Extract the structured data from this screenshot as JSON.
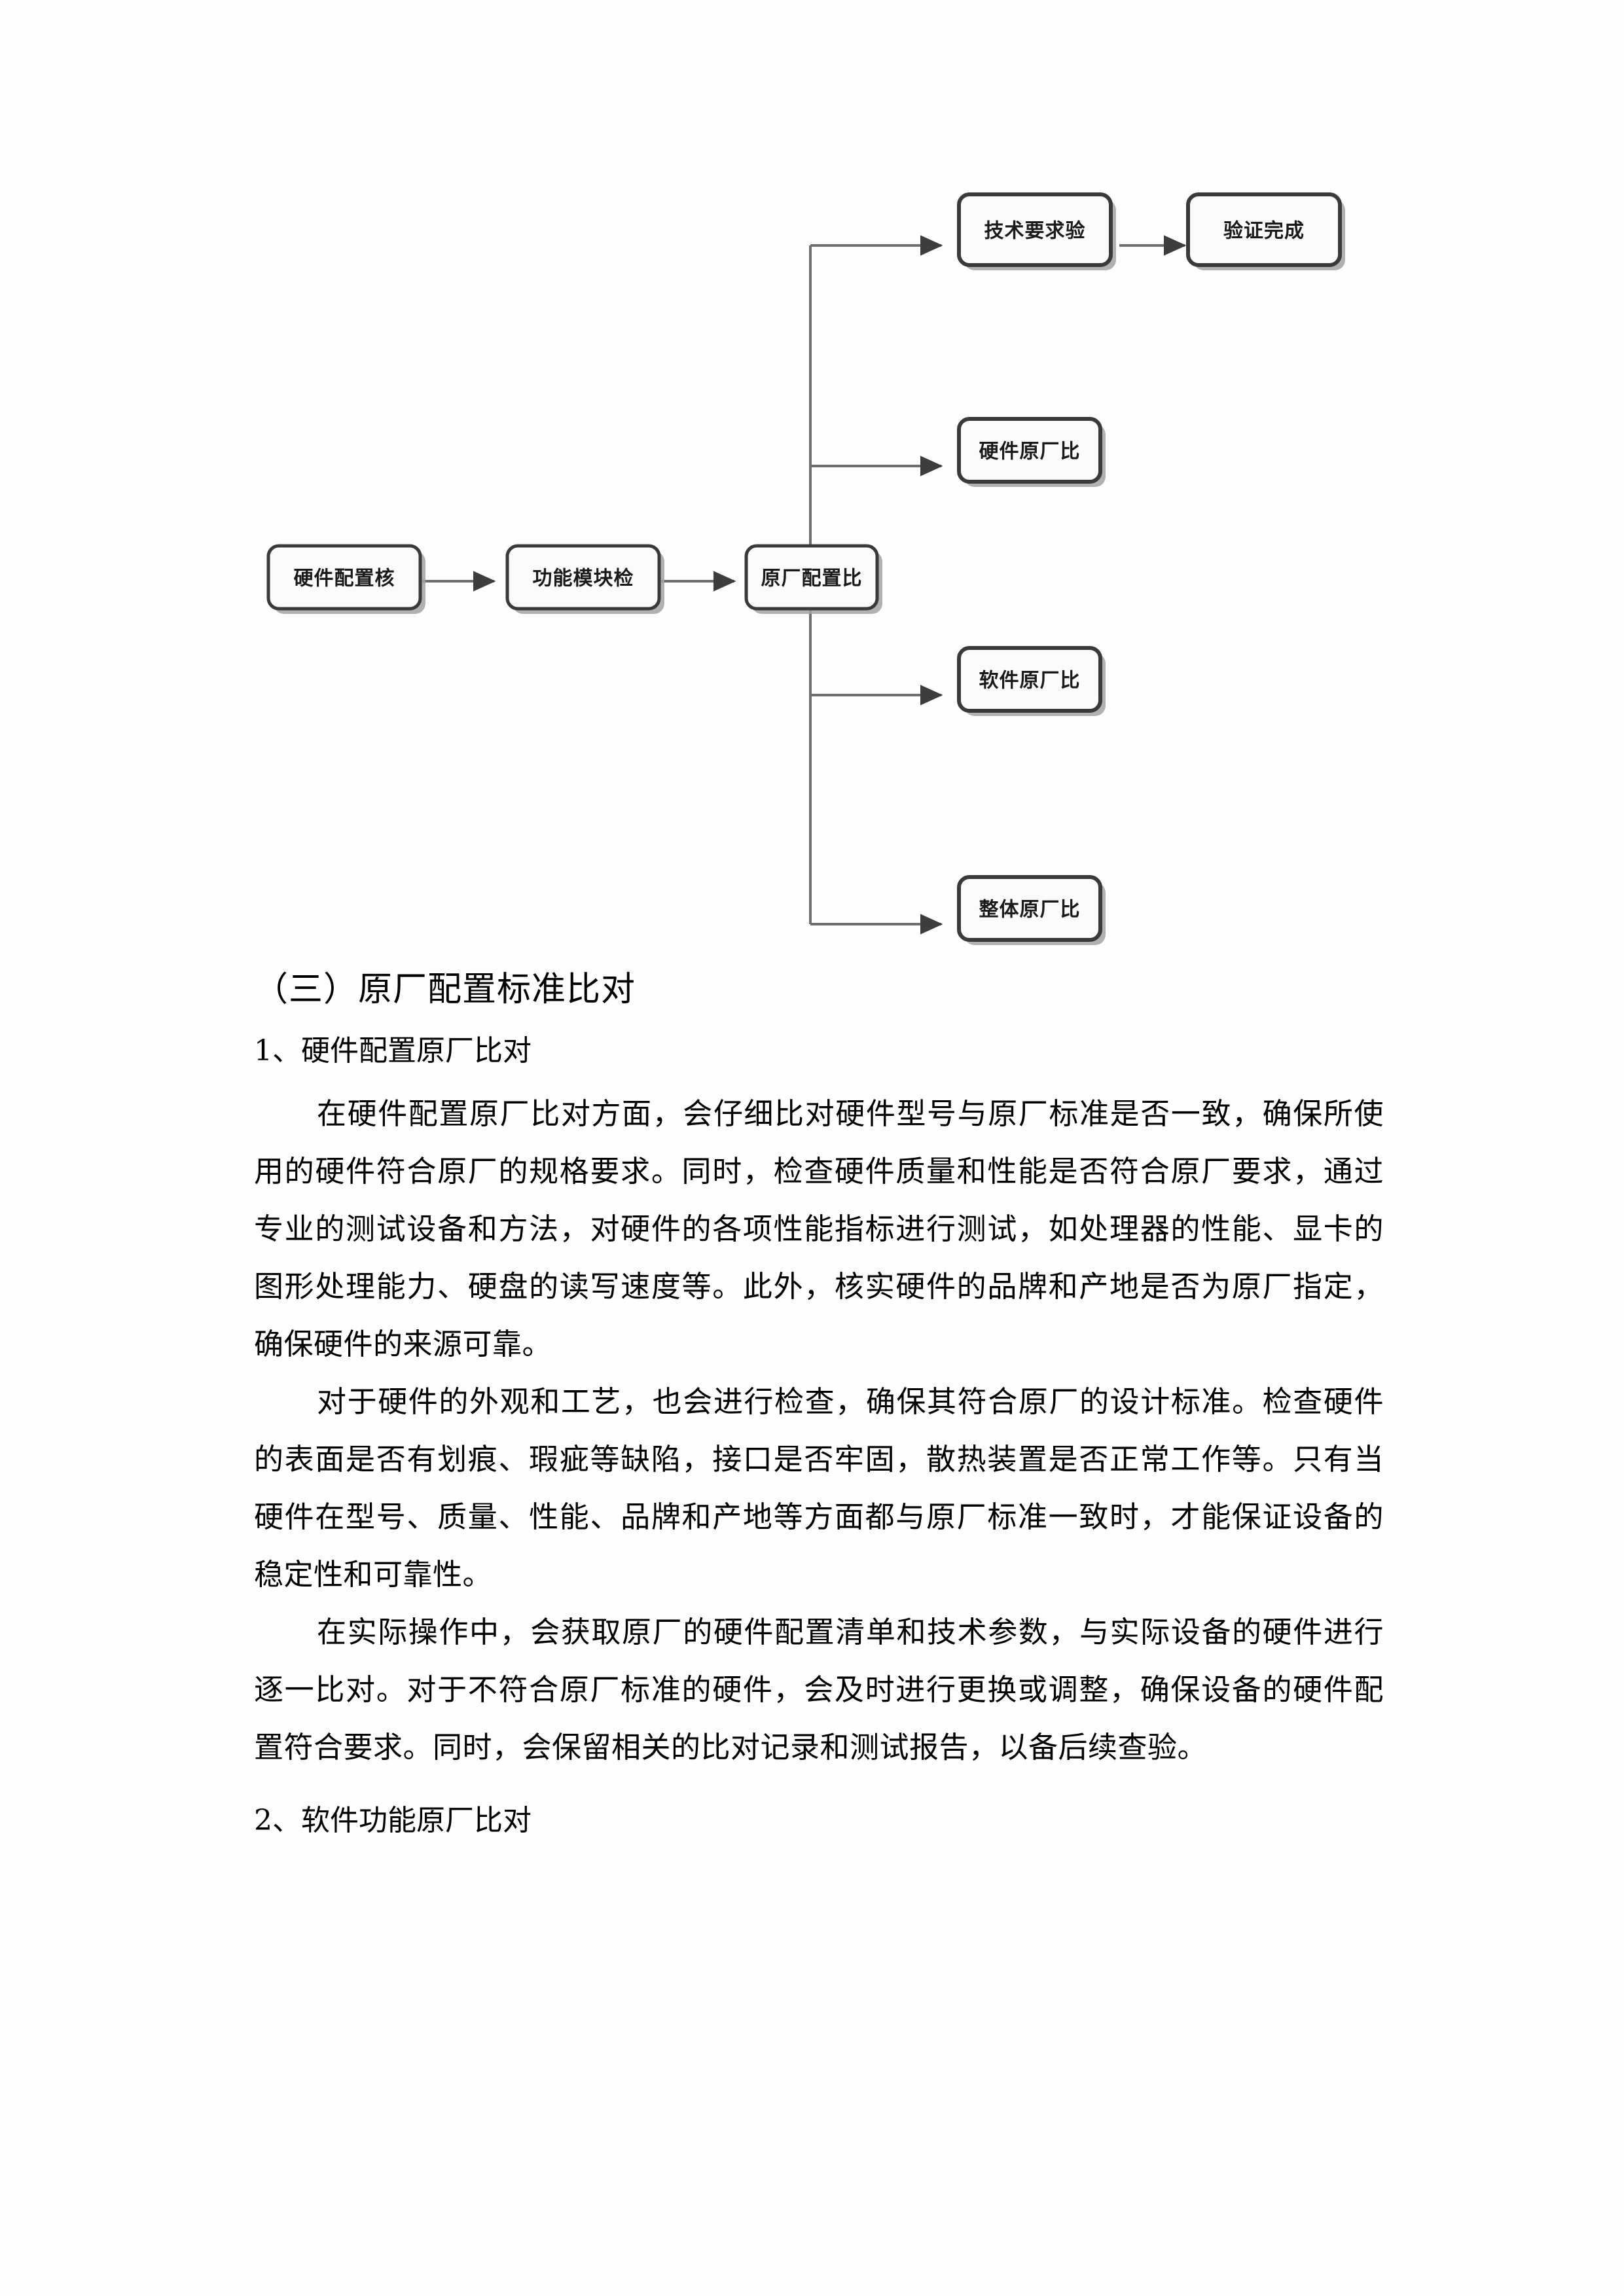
{
  "document": {
    "flowchart": {
      "nodes": [
        {
          "id": "hardware-config-check",
          "label": "硬件配置核"
        },
        {
          "id": "function-module-check",
          "label": "功能模块检"
        },
        {
          "id": "factory-config-compare",
          "label": "原厂配置比"
        },
        {
          "id": "technical-requirement-verify",
          "label": "技术要求验"
        },
        {
          "id": "verification-complete",
          "label": "验证完成"
        },
        {
          "id": "hardware-factory-compare",
          "label": "硬件原厂比"
        },
        {
          "id": "software-factory-compare",
          "label": "软件原厂比"
        },
        {
          "id": "overall-factory-compare",
          "label": "整体原厂比"
        }
      ],
      "style": {
        "box_fill": "#fbfbfa",
        "box_stroke": "#3a3a3a",
        "connector_stroke": "#6b6b6b",
        "shadow": "#9a9a9a"
      }
    },
    "heading": "（三）原厂配置标准比对",
    "subheading_1": "1、硬件配置原厂比对",
    "paragraphs": [
      "在硬件配置原厂比对方面，会仔细比对硬件型号与原厂标准是否一致，确保所使用的硬件符合原厂的规格要求。同时，检查硬件质量和性能是否符合原厂要求，通过专业的测试设备和方法，对硬件的各项性能指标进行测试，如处理器的性能、显卡的图形处理能力、硬盘的读写速度等。此外，核实硬件的品牌和产地是否为原厂指定，确保硬件的来源可靠。",
      "对于硬件的外观和工艺，也会进行检查，确保其符合原厂的设计标准。检查硬件的表面是否有划痕、瑕疵等缺陷，接口是否牢固，散热装置是否正常工作等。只有当硬件在型号、质量、性能、品牌和产地等方面都与原厂标准一致时，才能保证设备的稳定性和可靠性。",
      "在实际操作中，会获取原厂的硬件配置清单和技术参数，与实际设备的硬件进行逐一比对。对于不符合原厂标准的硬件，会及时进行更换或调整，确保设备的硬件配置符合要求。同时，会保留相关的比对记录和测试报告，以备后续查验。"
    ],
    "subheading_2": "2、软件功能原厂比对"
  }
}
